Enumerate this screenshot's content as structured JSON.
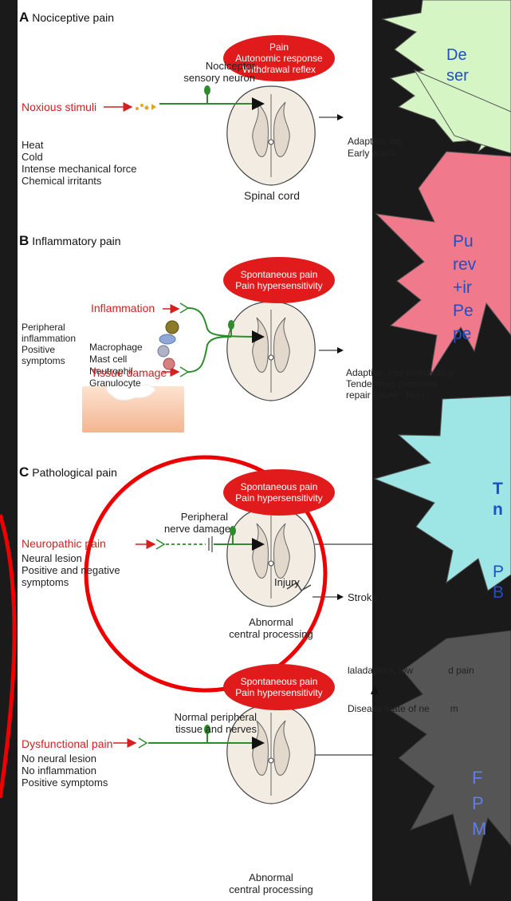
{
  "sections": {
    "a": {
      "letter": "A",
      "title": "Nociceptive pain"
    },
    "b": {
      "letter": "B",
      "title": "Inflammatory pain"
    },
    "c": {
      "letter": "C",
      "title": "Pathological pain"
    }
  },
  "nociceptive": {
    "badge": [
      "Pain",
      "Autonomic response",
      "Withdrawal reflex"
    ],
    "neuron_label": "Nociceptor\nsensory neuron",
    "stimuli_title": "Noxious stimuli",
    "stimuli": [
      "Heat",
      "Cold",
      "Intense mechanical force",
      "Chemical irritants"
    ],
    "spinal_cord": "Spinal cord",
    "outcome": [
      "Adaptive, hig",
      "Early warni"
    ]
  },
  "inflammatory": {
    "badge": [
      "Spontaneous pain",
      "Pain hypersensitivity"
    ],
    "inflammation": "Inflammation",
    "tissue_damage": "Tissue damage",
    "left_labels": "Peripheral\ninflammation\nPositive\nsymptoms",
    "cells": [
      "Macrophage",
      "Mast cell",
      "Neutrophil",
      "Granulocyte"
    ],
    "outcome": [
      "Adaptive, low-threshold p",
      "Tenderness promotes",
      "repair (prote   tive)"
    ]
  },
  "neuropathic": {
    "badge": [
      "Spontaneous pain",
      "Pain hypersensitivity"
    ],
    "nerve_damage": "Peripheral\nnerve damage",
    "title": "Neuropathic pain",
    "details": "Neural lesion\nPositive and negative\nsymptoms",
    "injury": "Injury",
    "stroke": "Stroke",
    "processing": "Abnormal\ncentral processing",
    "maladaptive": [
      "laladaptive, low",
      "d pain",
      "Disease state of ne",
      "m"
    ]
  },
  "dysfunctional": {
    "badge": [
      "Spontaneous pain",
      "Pain hypersensitivity"
    ],
    "normal": "Normal peripheral\ntissue and nerves",
    "title": "Dysfunctional pain",
    "details": "No neural lesion\nNo inflammation\nPositive symptoms",
    "processing": "Abnormal\ncentral processing"
  },
  "callouts": {
    "green": {
      "lines": [
        "De",
        "ser"
      ],
      "color": "#d6f5c4"
    },
    "pink": {
      "lines": [
        "Pu",
        "rev",
        "+ir",
        "Pe",
        "pe"
      ],
      "color": "#f07a8c"
    },
    "cyan": {
      "lines": [
        "T",
        "n",
        "P",
        "B"
      ],
      "color": "#9ee6e6"
    },
    "gray": {
      "lines": [
        "F",
        "P",
        "M"
      ],
      "color": "#555555"
    }
  },
  "colors": {
    "accent_red": "#d42020",
    "nerve_green": "#2e8b2e",
    "callout_text": "#1f4fc8",
    "background": "#1a1a1a"
  }
}
